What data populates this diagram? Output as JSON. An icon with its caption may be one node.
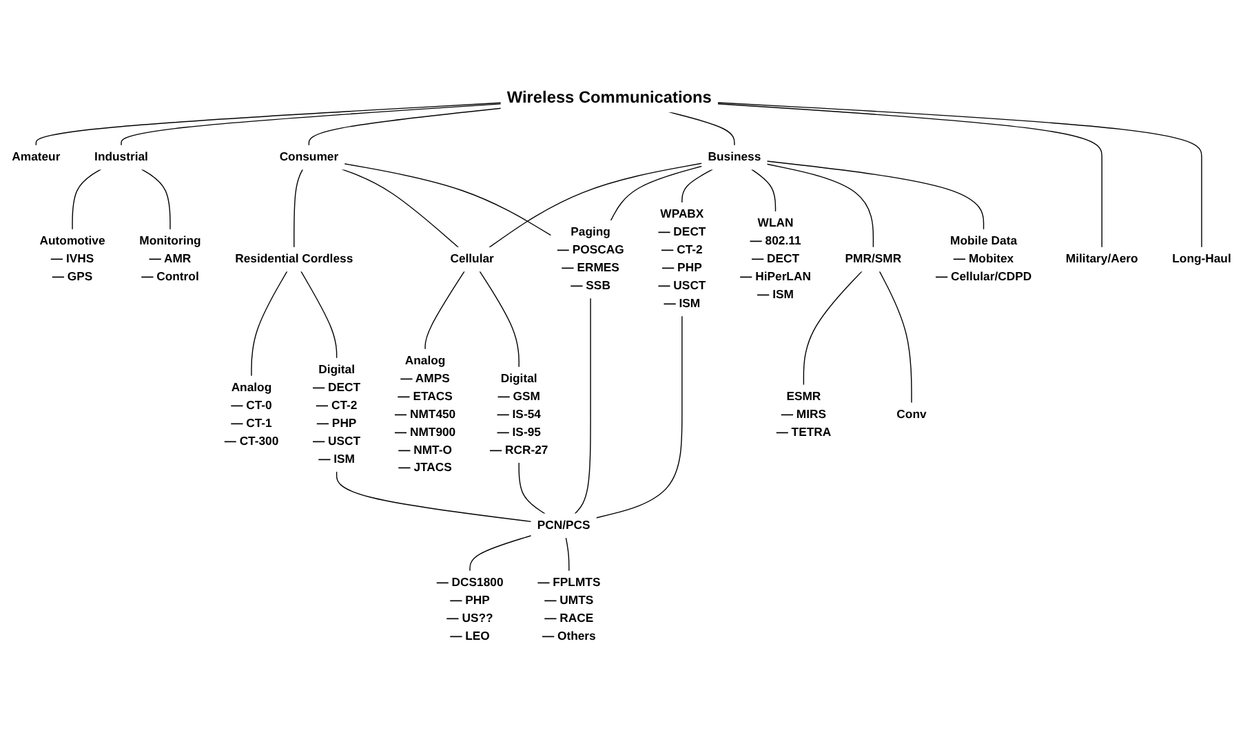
{
  "diagram": {
    "nodes": [
      {
        "text": [
          "Wireless Communications"
        ]
      },
      {
        "text": [
          "Amateur"
        ]
      },
      {
        "text": [
          "Industrial"
        ]
      },
      {
        "text": [
          "Consumer"
        ]
      },
      {
        "text": [
          "Business"
        ]
      },
      {
        "text": [
          "Military/Aero"
        ]
      },
      {
        "text": [
          "Long-Haul"
        ]
      },
      {
        "text": [
          "Automotive",
          "— IVHS",
          "— GPS"
        ]
      },
      {
        "text": [
          "Monitoring",
          "— AMR",
          "— Control"
        ]
      },
      {
        "text": [
          "Residential Cordless"
        ]
      },
      {
        "text": [
          "Cellular"
        ]
      },
      {
        "text": [
          "Paging",
          "— POSCAG",
          "— ERMES",
          "— SSB"
        ]
      },
      {
        "text": [
          "WPABX",
          "— DECT",
          "— CT-2",
          "— PHP",
          "— USCT",
          "— ISM"
        ]
      },
      {
        "text": [
          "WLAN",
          "— 802.11",
          "— DECT",
          "— HiPerLAN",
          "— ISM"
        ]
      },
      {
        "text": [
          "PMR/SMR"
        ]
      },
      {
        "text": [
          "Mobile Data",
          "— Mobitex",
          "— Cellular/CDPD"
        ]
      },
      {
        "text": [
          "Analog",
          "— CT-0",
          "— CT-1",
          "— CT-300"
        ]
      },
      {
        "text": [
          "Digital",
          "— DECT",
          "— CT-2",
          "— PHP",
          "— USCT",
          "— ISM"
        ]
      },
      {
        "text": [
          "Analog",
          "— AMPS",
          "— ETACS",
          "— NMT450",
          "— NMT900",
          "— NMT-O",
          "— JTACS"
        ]
      },
      {
        "text": [
          "Digital",
          "— GSM",
          "— IS-54",
          "— IS-95",
          "— RCR-27"
        ]
      },
      {
        "text": [
          "ESMR",
          "— MIRS",
          "— TETRA"
        ]
      },
      {
        "text": [
          "Conv"
        ]
      },
      {
        "text": [
          "PCN/PCS"
        ]
      },
      {
        "text": [
          "— DCS1800",
          "— PHP",
          "— US??",
          "— LEO"
        ]
      },
      {
        "text": [
          "— FPLMTS",
          "— UMTS",
          "— RACE",
          "— Others"
        ]
      }
    ],
    "edges": [
      {
        "from": 0,
        "to": 1,
        "arrow": "none"
      },
      {
        "from": 0,
        "to": 2,
        "arrow": "none"
      },
      {
        "from": 0,
        "to": 3,
        "arrow": "none"
      },
      {
        "from": 0,
        "to": 4,
        "arrow": "none"
      },
      {
        "from": 0,
        "to": 5,
        "arrow": "none"
      },
      {
        "from": 0,
        "to": 6,
        "arrow": "none"
      },
      {
        "from": 2,
        "to": 7,
        "arrow": "none"
      },
      {
        "from": 2,
        "to": 8,
        "arrow": "none"
      },
      {
        "from": 3,
        "to": 9,
        "arrow": "none"
      },
      {
        "from": 3,
        "to": 10,
        "arrow": "none"
      },
      {
        "from": 3,
        "to": 11,
        "arrow": "none"
      },
      {
        "from": 4,
        "to": 10,
        "arrow": "none"
      },
      {
        "from": 4,
        "to": 11,
        "arrow": "none"
      },
      {
        "from": 4,
        "to": 12,
        "arrow": "none"
      },
      {
        "from": 4,
        "to": 13,
        "arrow": "none"
      },
      {
        "from": 4,
        "to": 14,
        "arrow": "none"
      },
      {
        "from": 4,
        "to": 15,
        "arrow": "none"
      },
      {
        "from": 9,
        "to": 16,
        "arrow": "none"
      },
      {
        "from": 9,
        "to": 17,
        "arrow": "none"
      },
      {
        "from": 10,
        "to": 18,
        "arrow": "none"
      },
      {
        "from": 10,
        "to": 19,
        "arrow": "none"
      },
      {
        "from": 14,
        "to": 20,
        "arrow": "none"
      },
      {
        "from": 14,
        "to": 21,
        "arrow": "none"
      },
      {
        "from": 17,
        "to": 22,
        "arrow": "none"
      },
      {
        "from": 19,
        "to": 22,
        "arrow": "none"
      },
      {
        "from": 11,
        "to": 22,
        "arrow": "none"
      },
      {
        "from": 12,
        "to": 22,
        "arrow": "none"
      },
      {
        "from": 22,
        "to": 23,
        "arrow": "none"
      },
      {
        "from": 22,
        "to": 24,
        "arrow": "none"
      }
    ]
  }
}
